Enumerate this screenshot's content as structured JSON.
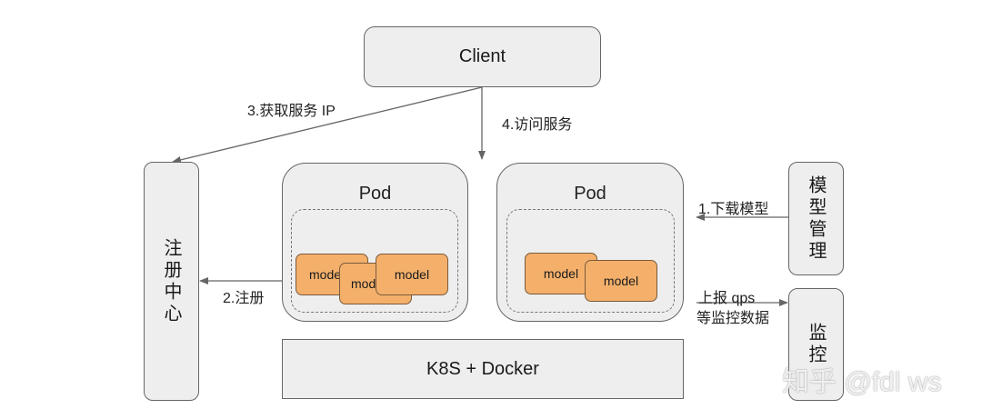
{
  "diagram": {
    "client": {
      "label": "Client"
    },
    "registry": {
      "label": "注册中心"
    },
    "model_mgmt": {
      "label": "模型管理"
    },
    "monitor": {
      "label": "监控"
    },
    "platform": {
      "label": "K8S + Docker"
    },
    "pods": [
      {
        "title": "Pod",
        "models": [
          "model",
          "model",
          "model"
        ]
      },
      {
        "title": "Pod",
        "models": [
          "model",
          "model"
        ]
      }
    ],
    "edges": [
      {
        "id": "download",
        "label": "1.下载模型",
        "from": "模型管理",
        "to": "Pod"
      },
      {
        "id": "register",
        "label": "2.注册",
        "from": "Pod",
        "to": "注册中心"
      },
      {
        "id": "get-ip",
        "label": "3.获取服务 IP",
        "from": "Client",
        "to": "注册中心"
      },
      {
        "id": "access",
        "label": "4.访问服务",
        "from": "Client",
        "to": "Pod"
      },
      {
        "id": "report",
        "label_line1": "上报 qps",
        "label_line2": "等监控数据",
        "from": "Pod",
        "to": "监控"
      }
    ],
    "colors": {
      "box_fill": "#eeeeee",
      "border": "#666666",
      "model_fill": "#f4b06b",
      "arrow": "#666666"
    }
  },
  "watermark": "知乎 @fdl ws"
}
